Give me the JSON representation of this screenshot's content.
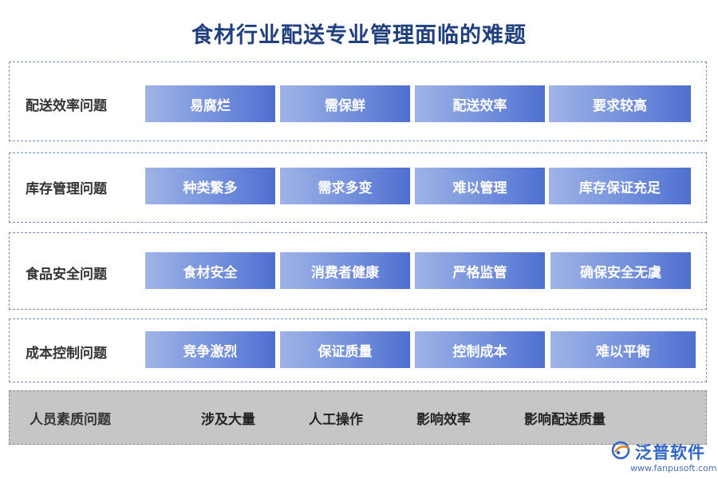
{
  "title": "食材行业配送专业管理面临的难题",
  "sections": [
    {
      "label": "配送效率问题",
      "items": [
        "易腐烂",
        "需保鲜",
        "配送效率",
        "要求较高"
      ]
    },
    {
      "label": "库存管理问题",
      "items": [
        "种类繁多",
        "需求多变",
        "难以管理",
        "库存保证充足"
      ]
    },
    {
      "label": "食品安全问题",
      "items": [
        "食材安全",
        "消费者健康",
        "严格监管",
        "确保安全无虞"
      ]
    },
    {
      "label": "成本控制问题",
      "items": [
        "竞争激烈",
        "保证质量",
        "控制成本",
        "难以平衡"
      ]
    }
  ],
  "last_section": {
    "label": "人员素质问题",
    "items": [
      "涉及大量",
      "人工操作",
      "影响效率",
      "影响配送质量"
    ]
  },
  "logo": {
    "name": "泛普软件",
    "url": "www.fanpusoft.com"
  },
  "colors": {
    "title": "#1f3f7f",
    "tag_start": "#9fb3e6",
    "tag_end": "#4f6fd0",
    "gray_band": "#c6c6c6"
  }
}
